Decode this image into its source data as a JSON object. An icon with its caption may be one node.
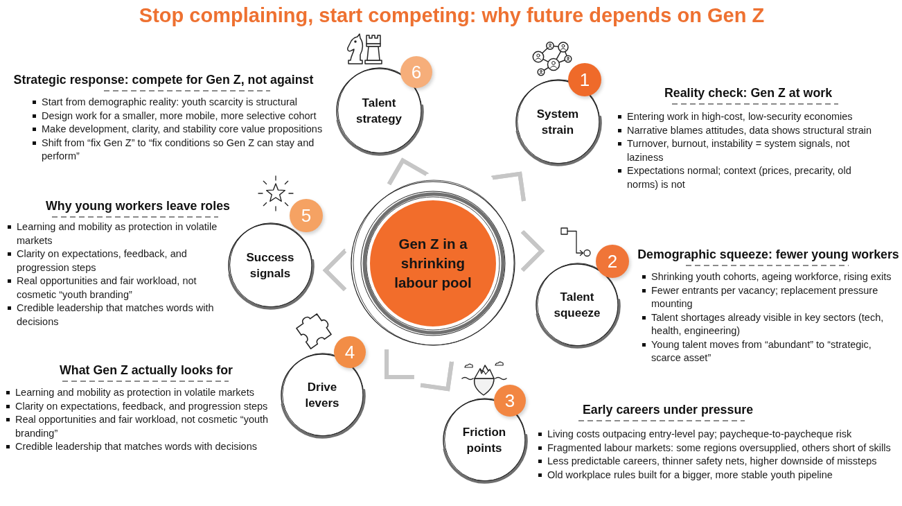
{
  "diagram": {
    "title": "Stop complaining, start competing: why future depends on Gen Z",
    "nodes": [
      {
        "text": [
          "Gen Z in a shrinking labour pool"
        ]
      },
      {
        "text": [
          "System strain"
        ],
        "beside": [
          "Reality check: Gen Z at work",
          "Entering work in high-cost, low-security economies",
          "Narrative blames attitudes, data shows structural strain",
          "Turnover, burnout, instability = system signals, not laziness",
          "Expectations normal; context (prices, precarity, old norms) is not"
        ]
      },
      {
        "text": [
          "Talent squeeze"
        ],
        "beside": [
          "Demographic squeeze: fewer young workers",
          "Shrinking youth cohorts, ageing workforce, rising exits",
          "Fewer entrants per vacancy; replacement pressure mounting",
          "Talent shortages already visible in key sectors (tech, health, engineering)",
          "Young talent moves from “abundant” to “strategic, scarce asset”"
        ]
      },
      {
        "text": [
          "Friction points"
        ],
        "beside": [
          "Early careers under pressure",
          "Living costs outpacing entry-level pay; paycheque-to-paycheque risk",
          "Fragmented labour markets: some regions oversupplied, others short of skills",
          "Less predictable careers, thinner safety nets, higher downside of missteps",
          "Old workplace rules built for a bigger, more stable youth pipeline"
        ]
      },
      {
        "text": [
          "Drive levers"
        ],
        "beside": [
          "What Gen Z actually looks for",
          "Learning and mobility as protection in volatile markets",
          "Clarity on expectations, feedback, and progression steps",
          "Real opportunities and fair workload, not cosmetic “youth branding”",
          "Credible leadership that matches words with decisions"
        ]
      },
      {
        "text": [
          "Success signals"
        ],
        "beside": [
          "Why young workers leave roles",
          "Learning and mobility as protection in volatile markets",
          "Clarity on expectations, feedback, and progression steps",
          "Real opportunities and fair workload, not cosmetic “youth branding”",
          "Credible leadership that matches words with decisions"
        ]
      },
      {
        "text": [
          "Talent strategy"
        ],
        "beside": [
          "Strategic response: compete for Gen Z, not against",
          "Start from demographic reality: youth scarcity is structural",
          "Design work for a smaller, more mobile, more selective cohort",
          "Make development, clarity, and stability core value propositions",
          "Shift from “fix Gen Z” to “fix conditions so Gen Z can stay and perform”"
        ]
      },
      {
        "text": [
          "1"
        ]
      },
      {
        "text": [
          "2"
        ]
      },
      {
        "text": [
          "3"
        ]
      },
      {
        "text": [
          "4"
        ]
      },
      {
        "text": [
          "5"
        ]
      },
      {
        "text": [
          "6"
        ]
      }
    ],
    "edges": [
      {
        "from": 0,
        "to": 1,
        "arrow": "to"
      },
      {
        "from": 0,
        "to": 2,
        "arrow": "to"
      },
      {
        "from": 0,
        "to": 3,
        "arrow": "to"
      },
      {
        "from": 0,
        "to": 4,
        "arrow": "to"
      },
      {
        "from": 0,
        "to": 5,
        "arrow": "to"
      },
      {
        "from": 0,
        "to": 6,
        "arrow": "to"
      }
    ]
  }
}
